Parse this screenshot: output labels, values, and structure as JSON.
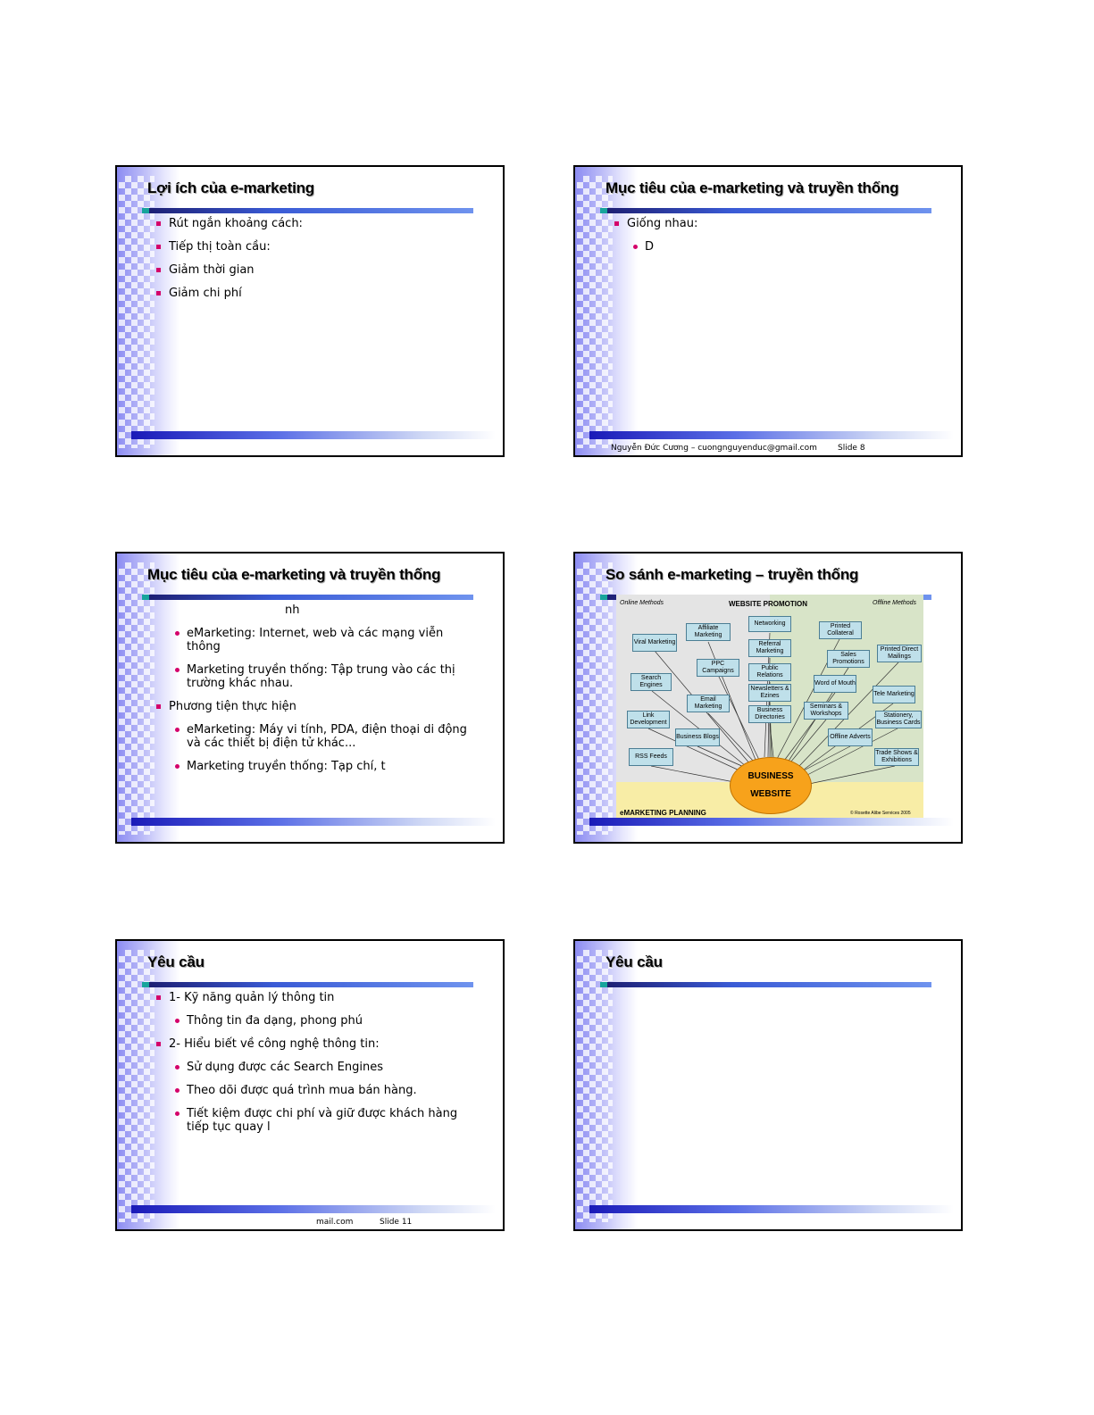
{
  "slides": [
    {
      "title": "Lợi ích của e-marketing",
      "bullets": [
        "Rút ngắn khoảng cách:",
        "Tiếp thị toàn cầu:",
        "Giảm thời gian",
        "Giảm chi phí"
      ]
    },
    {
      "title": "Mục tiêu của e-marketing và truyền thống",
      "bullets": [
        "Giống nhau:"
      ],
      "sub": [
        "D"
      ],
      "footer": {
        "author": "Nguyễn Đức Cương – cuongnguyenduc@gmail.com",
        "slide": "Slide 8"
      }
    },
    {
      "title": "Mục tiêu của e-marketing và truyền thống",
      "partial": "nh",
      "sub1": [
        "eMarketing: Internet, web và các mạng viễn thông",
        "Marketing truyền thống:  Tập trung vào các thị trường khác nhau."
      ],
      "bullet": "Phương tiện thực hiện",
      "sub2": [
        "eMarketing: Máy vi tính, PDA, điện thoại di động và các thiết bị điện tử khác...",
        "Marketing truyền thống: Tạp chí, t"
      ]
    },
    {
      "title": "So sánh e-marketing – truyền thống",
      "diagram": {
        "header": "WEBSITE PROMOTION",
        "online": "Online Methods",
        "offline": "Offline Methods",
        "hub": [
          "BUSINESS",
          "WEBSITE"
        ],
        "footer_left": "eMARKETING PLANNING",
        "footer_right": "© Rosette Alibe Services 2005",
        "nodes": [
          "Viral Marketing",
          "Affiliate Marketing",
          "Networking",
          "Printed Collateral",
          "Referral Marketing",
          "Printed Direct Mailings",
          "Sales Promotions",
          "PPC Campaigns",
          "Public Relations",
          "Search Engines",
          "Newsletters & Ezines",
          "Word of Mouth",
          "Tele Marketing",
          "Email Marketing",
          "Business Directories",
          "Seminars & Workshops",
          "Link Development",
          "Stationery, Business Cards",
          "Business Blogs",
          "Offline Adverts",
          "RSS Feeds",
          "Trade Shows & Exhibitions"
        ]
      }
    },
    {
      "title": "Yêu cầu",
      "b1": "1- Kỹ năng quản lý thông tin",
      "s1": [
        "Thông tin đa dạng, phong phú"
      ],
      "b2": "2- Hiểu biết về công nghệ thông tin:",
      "s2": [
        "Sử dụng được các Search Engines",
        "Theo dõi được quá trình mua bán hàng.",
        "Tiết kiệm được chi phí và giữ được khách hàng tiếp tục quay l"
      ],
      "footer": {
        "author": "mail.com",
        "slide": "Slide 11"
      }
    },
    {
      "title": "Yêu cầu"
    }
  ]
}
